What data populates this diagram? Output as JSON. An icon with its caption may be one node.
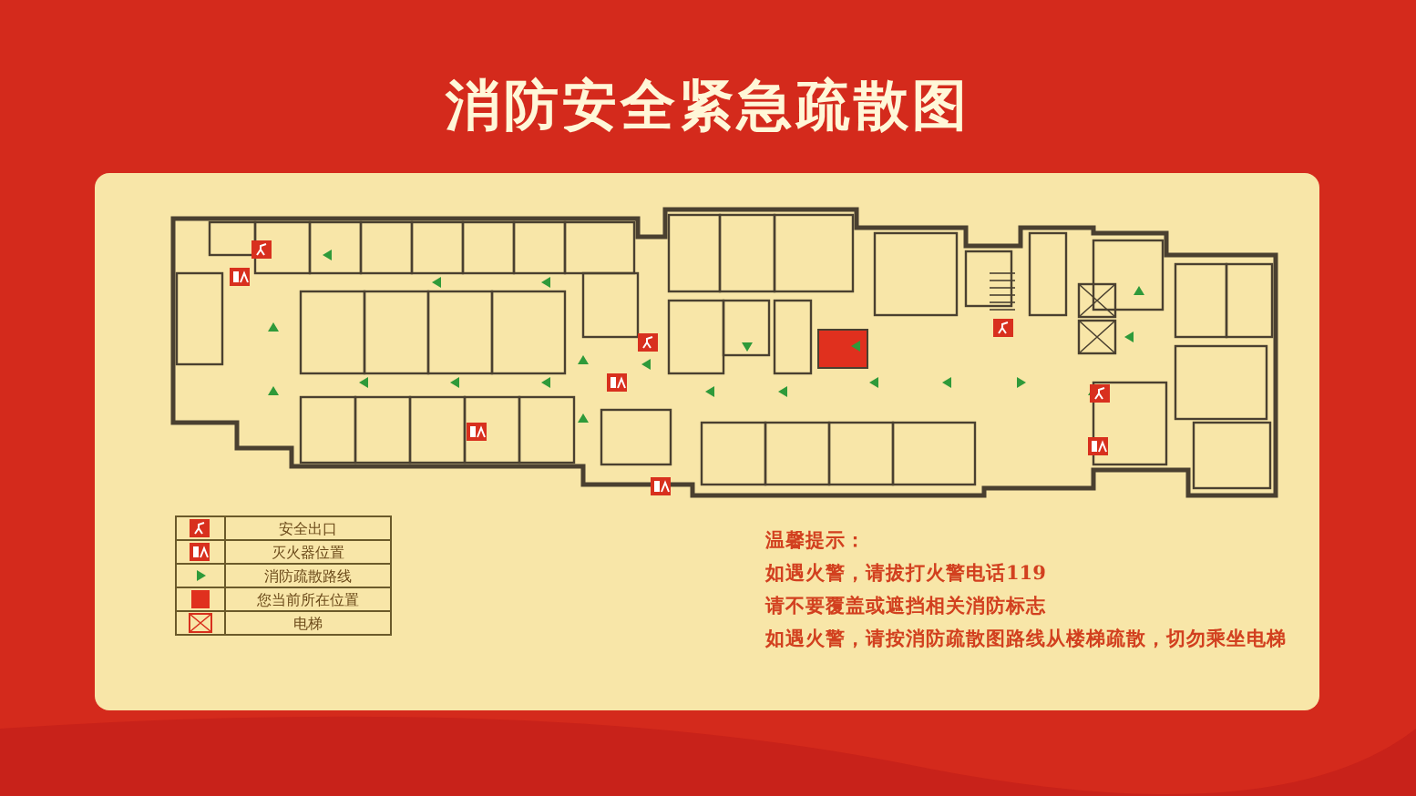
{
  "diagram": {
    "title": "消防安全紧急疏散图",
    "labels": [
      "温馨提示：",
      "如遇火警，请拔打火警电话119",
      "请不要覆盖或遮挡相关消防标志",
      "如遇火警，请按消防疏散图路线从楼梯疏散，切勿乘坐电梯"
    ],
    "legend": [
      {
        "text": "安全出口"
      },
      {
        "text": "灭火器位置"
      },
      {
        "text": "消防疏散路线"
      },
      {
        "text": "您当前所在位置",
        "color": "#e0301e"
      },
      {
        "text": "电梯"
      }
    ]
  }
}
